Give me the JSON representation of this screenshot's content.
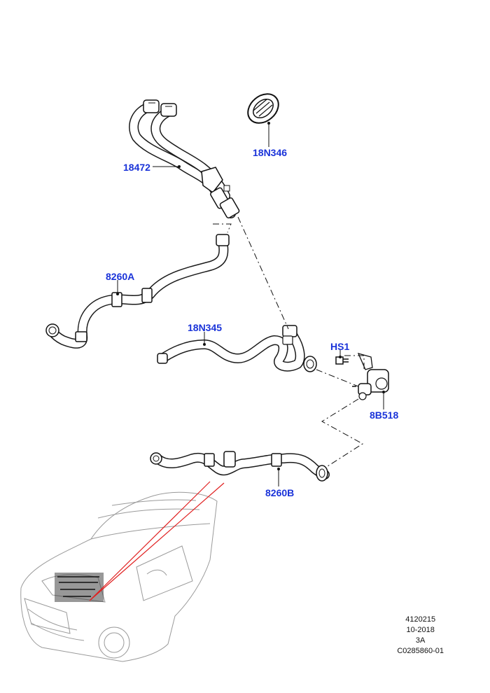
{
  "callouts": {
    "hose_upper": "18472",
    "gasket": "18N346",
    "hose_left": "8260A",
    "hose_middle": "18N345",
    "bolt": "HS1",
    "pump": "8B518",
    "hose_lower": "8260B"
  },
  "footer": {
    "line1": "4120215",
    "line2": "10-2018",
    "line3": "3A",
    "line4": "C0285860-01"
  },
  "colors": {
    "callout": "#1a33d9",
    "highlight": "#e02020",
    "line": "#1a1a1a",
    "car_outline": "#9a9a9a"
  }
}
